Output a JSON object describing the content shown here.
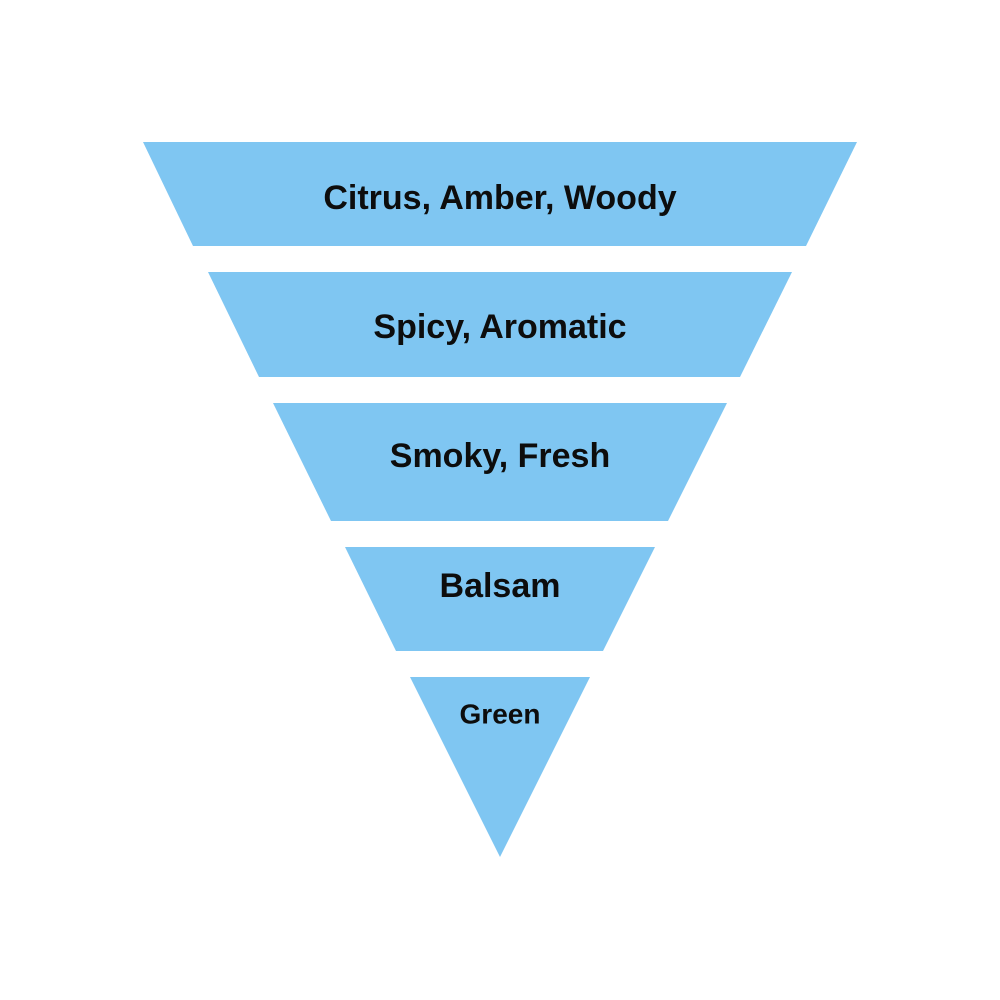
{
  "diagram": {
    "fill_color": "#7FC6F2",
    "text_color": "#0d0d0d",
    "tiers": [
      {
        "label": "Citrus, Amber, Woody"
      },
      {
        "label": "Spicy, Aromatic"
      },
      {
        "label": "Smoky, Fresh"
      },
      {
        "label": "Balsam"
      },
      {
        "label": "Green"
      }
    ]
  }
}
